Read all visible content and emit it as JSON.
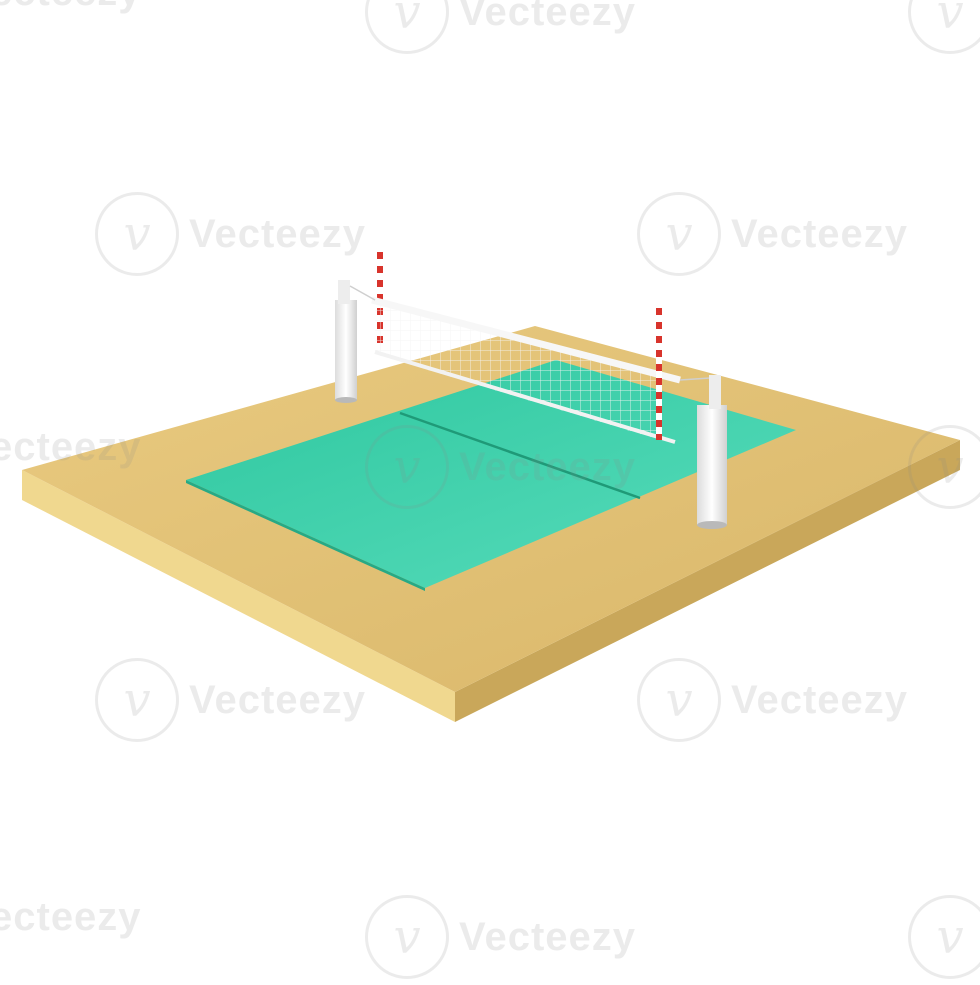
{
  "watermark": {
    "text": "Vecteezy",
    "logo_glyph": "v",
    "edge_text": "ecteezy"
  },
  "colors": {
    "sand_top": "#e3c278",
    "sand_side_left": "#f0d88f",
    "sand_side_right": "#c9a75a",
    "court": "#3fcfaa",
    "post": "#f2f2f2",
    "antenna_red": "#d8342c"
  }
}
